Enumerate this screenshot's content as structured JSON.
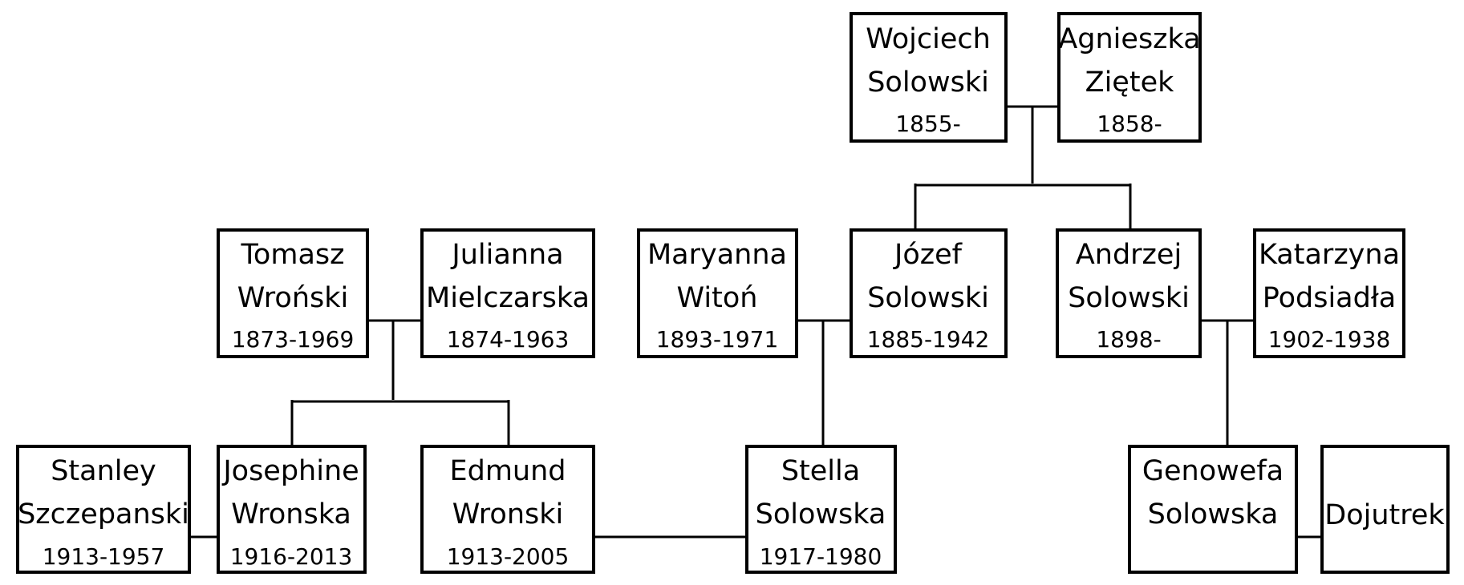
{
  "people": {
    "wojciech": {
      "first": "Wojciech",
      "last": "Solowski",
      "years": "1855-"
    },
    "agnieszka": {
      "first": "Agnieszka",
      "last": "Ziętek",
      "years": "1858-"
    },
    "tomasz": {
      "first": "Tomasz",
      "last": "Wroński",
      "years": "1873-1969"
    },
    "julianna": {
      "first": "Julianna",
      "last": "Mielczarska",
      "years": "1874-1963"
    },
    "maryanna": {
      "first": "Maryanna",
      "last": "Witoń",
      "years": "1893-1971"
    },
    "jozef": {
      "first": "Józef",
      "last": "Solowski",
      "years": "1885-1942"
    },
    "andrzej": {
      "first": "Andrzej",
      "last": "Solowski",
      "years": "1898-"
    },
    "katarzyna": {
      "first": "Katarzyna",
      "last": "Podsiadła",
      "years": "1902-1938"
    },
    "stanley": {
      "first": "Stanley",
      "last": "Szczepanski",
      "years": "1913-1957"
    },
    "josephine": {
      "first": "Josephine",
      "last": "Wronska",
      "years": "1916-2013"
    },
    "edmund": {
      "first": "Edmund",
      "last": "Wronski",
      "years": "1913-2005"
    },
    "stella": {
      "first": "Stella",
      "last": "Solowska",
      "years": "1917-1980"
    },
    "genowefa": {
      "first": "Genowefa",
      "last": "Solowska"
    },
    "dojutrek": {
      "first": "Dojutrek"
    }
  }
}
